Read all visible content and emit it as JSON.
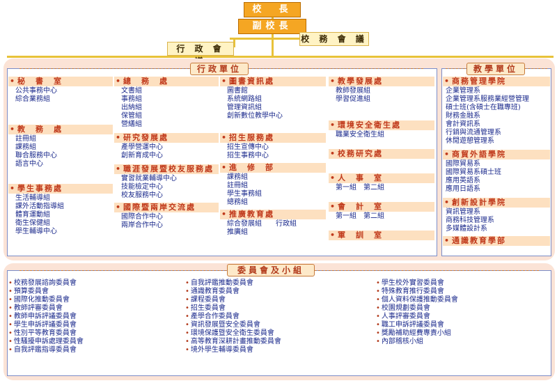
{
  "top": {
    "president": "校　長",
    "vice_president": "副校長",
    "admin_meeting": "行 政 會 議",
    "school_meeting": "校 務 會 議"
  },
  "admin": {
    "title": "行政單位",
    "col1": [
      {
        "head": "秘　書　室",
        "items": [
          "公共事務中心",
          "綜合業務組"
        ]
      },
      {
        "head": "教　務　處",
        "items": [
          "註冊組",
          "課務組",
          "聯合服務中心",
          "語言中心"
        ]
      },
      {
        "head": "學生事務處",
        "items": [
          "生活輔導組",
          "課外活動指導組",
          "體育運動組",
          "衛生保健組",
          "學生輔導中心"
        ]
      }
    ],
    "col2": [
      {
        "head": "總　務　處",
        "items": [
          "文書組",
          "事務組",
          "出納組",
          "保管組",
          "營繕組"
        ]
      },
      {
        "head": "研究發展處",
        "items": [
          "產學營運中心",
          "創新育成中心"
        ]
      },
      {
        "head": "職涯發展暨校友服務處",
        "items": [
          "實習就業輔導中心",
          "技能檢定中心",
          "校友服務中心"
        ]
      },
      {
        "head": "國際暨兩岸交流處",
        "items": [
          "國際合作中心",
          "兩岸合作中心"
        ]
      }
    ],
    "col3": [
      {
        "head": "圖書資訊處",
        "items": [
          "圖書館",
          "系統網路組",
          "管理資訊組",
          "創新數位教學中心"
        ]
      },
      {
        "head": "招生服務處",
        "items": [
          "招生宣傳中心",
          "招生事務中心"
        ]
      },
      {
        "head": "進　修　部",
        "items": [
          "課務組",
          "註冊組",
          "學生事務組",
          "總務組"
        ]
      },
      {
        "head": "推廣教育處",
        "items": [
          "綜合發展組　　行政組",
          "推廣組"
        ]
      }
    ],
    "col4": [
      {
        "head": "教學發展處",
        "items": [
          "教師發展組",
          "學習促進組"
        ]
      },
      {
        "head": "環境安全衛生處",
        "items": [
          "職業安全衛生組"
        ]
      },
      {
        "head": "校務研究處",
        "items": []
      },
      {
        "head": "人　事　室",
        "items": [
          "第一組　第二組"
        ]
      },
      {
        "head": "會　計　室",
        "items": [
          "第一組　第二組"
        ]
      },
      {
        "head": "軍　訓　室",
        "items": []
      }
    ]
  },
  "teaching": {
    "title": "教學單位",
    "groups": [
      {
        "head": "商務管理學院",
        "items": [
          "企業管理系",
          "企業管理系服務業經營管理",
          "碩士班(含碩士在職專班)",
          "財務金融系",
          "會計資訊系",
          "行銷與流通管理系",
          "休閒遊憩管理系"
        ]
      },
      {
        "head": "商貿外語學院",
        "items": [
          "國際貿易系",
          "國際貿易系碩士班",
          "應用英語系",
          "應用日語系"
        ]
      },
      {
        "head": "創新設計學院",
        "items": [
          "資訊管理系",
          "商務科技管理系",
          "多媒體設計系"
        ]
      },
      {
        "head": "通識教育學部",
        "items": []
      }
    ]
  },
  "committees": {
    "title": "委員會及小組",
    "col1": [
      "校務發展諮詢委員會",
      "預算委員會",
      "國際化推動委員會",
      "教師評審委員會",
      "教師申訴評議委員會",
      "學生申訴評議委員會",
      "性別平等教育委員會",
      "性騷擾申訴處理委員會",
      "自我評鑑指導委員會"
    ],
    "col2": [
      "自我評鑑推動委員會",
      "通識教育委員會",
      "課程委員會",
      "招生委員會",
      "產學合作委員會",
      "資訊發展暨安全委員會",
      "環境保護暨安全衛生委員會",
      "高等教育深耕計畫推動委員會",
      "境外學生輔導委員會"
    ],
    "col3": [
      "學生校外實習委員會",
      "特殊教育推行委員會",
      "個人資料保護推動委員會",
      "校園規劃委員會",
      "人事評審委員會",
      "職工申訴評議委員會",
      "獎勵補助經費專責小組",
      "內部稽核小組"
    ]
  }
}
